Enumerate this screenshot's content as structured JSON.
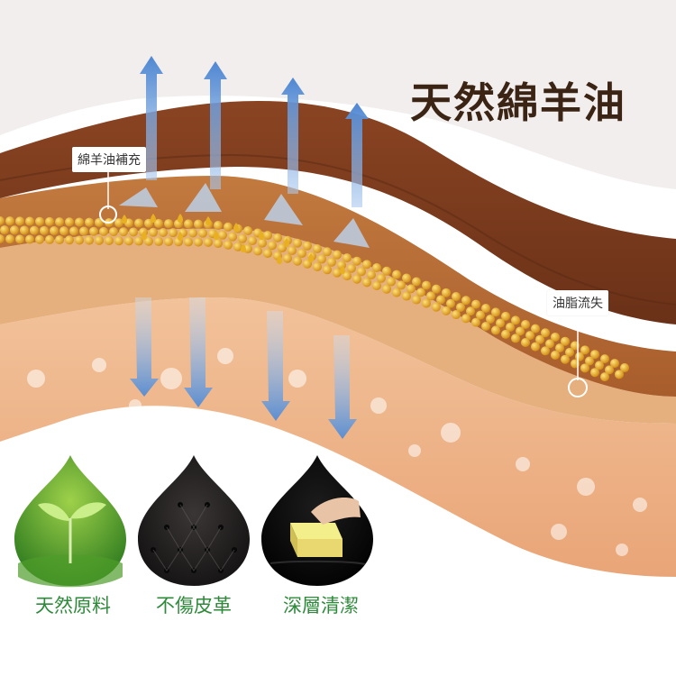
{
  "title": "天然綿羊油",
  "callouts": {
    "replenish": "綿羊油補充",
    "loss": "油脂流失"
  },
  "features": [
    {
      "label": "天然原料",
      "icon": "sprout-icon"
    },
    {
      "label": "不傷皮革",
      "icon": "tufted-leather-icon"
    },
    {
      "label": "深層清潔",
      "icon": "sponge-icon"
    }
  ],
  "colors": {
    "leather_top": "#7a3b1c",
    "leather_mid": "#b86a34",
    "skin": "#eeb488",
    "oil_bead": "#e0a820",
    "arrow": "#5d8fcf",
    "caption": "#2e8a3a"
  }
}
